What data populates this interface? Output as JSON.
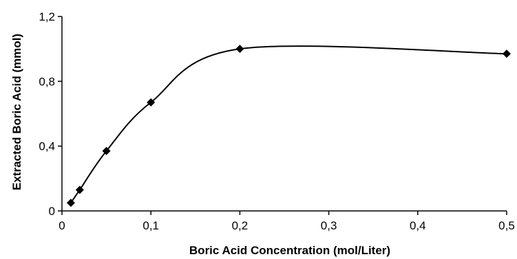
{
  "chart_data": {
    "type": "line",
    "title": "",
    "xlabel": "Boric Acid Concentration (mol/Liter)",
    "ylabel": "Extracted Boric Acid (mmol)",
    "xlim": [
      0,
      0.5
    ],
    "ylim": [
      0,
      1.2
    ],
    "x_ticks": [
      0,
      0.1,
      0.2,
      0.3,
      0.4,
      0.5
    ],
    "x_tick_labels": [
      "0",
      "0,1",
      "0,2",
      "0,3",
      "0,4",
      "0,5"
    ],
    "y_ticks": [
      0,
      0.4,
      0.8,
      1.2
    ],
    "y_tick_labels": [
      "0",
      "0,4",
      "0,8",
      "1,2"
    ],
    "grid": false,
    "legend": "none",
    "marker": "diamond",
    "smooth": true,
    "colors": {
      "line": "#000000",
      "marker": "#000000",
      "axis": "#000000"
    },
    "series": [
      {
        "x": [
          0.01,
          0.02,
          0.05,
          0.1,
          0.2,
          0.5
        ],
        "y": [
          0.05,
          0.13,
          0.37,
          0.67,
          1.0,
          0.97
        ]
      }
    ]
  }
}
